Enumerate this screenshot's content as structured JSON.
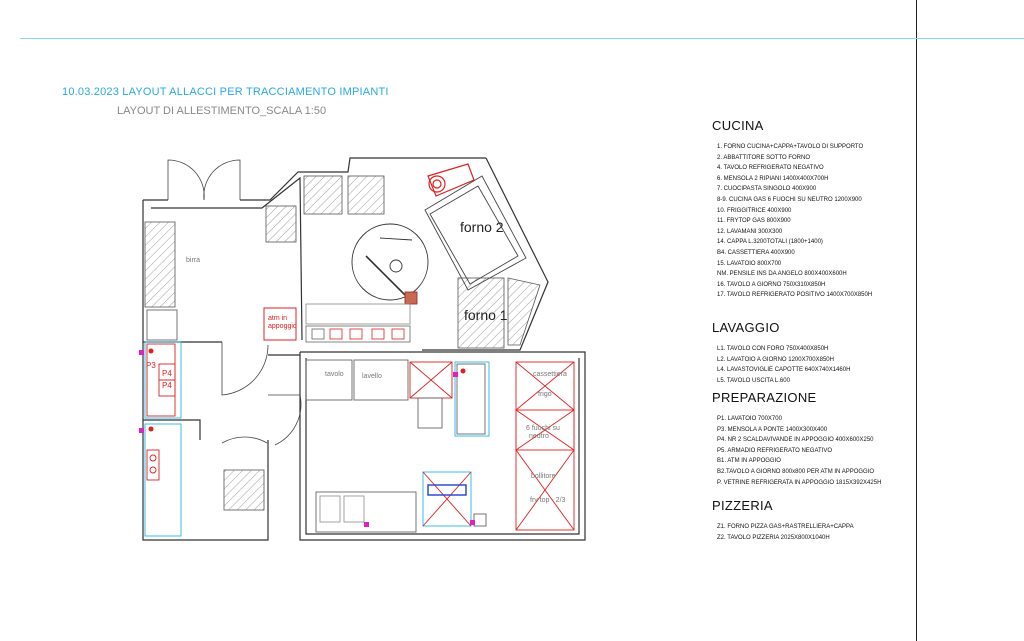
{
  "header": {
    "title": "10.03.2023 LAYOUT ALLACCI PER TRACCIAMENTO IMPIANTI",
    "subtitle": "LAYOUT DI ALLESTIMENTO_SCALA 1:50"
  },
  "plan_labels": {
    "forno2": "forno 2",
    "forno1": "forno 1",
    "birra": "birra",
    "atm": "atm in appoggio",
    "p3": "P3",
    "p4a": "P4",
    "p4b": "P4",
    "tavolo": "tavolo",
    "lavello": "lavello",
    "cassettiera": "cassettiera",
    "frigo": "frigo",
    "fuochi": "6 fuochi su neutro",
    "bollitore": "bollitore",
    "frytop": "fry top - 2/3"
  },
  "legend": {
    "cucina": {
      "title": "CUCINA",
      "items": [
        "1.     FORNO CUCINA+CAPPA+TAVOLO DI SUPPORTO",
        "2. ABBATTITORE SOTTO FORNO",
        "4. TAVOLO REFRIGERATO NEGATIVO",
        "6. MENSOLA 2 RIPIANI 1400X400X700H",
        "7. CUOCIPASTA SINGOLO 400X900",
        "8-9. CUCINA GAS 6 FUOCHI SU NEUTRO 1200X900",
        "10. FRIGGITRICE 400X900",
        "11. FRYTOP GAS 800X900",
        "12. LAVAMANI 300X300",
        "14. CAPPA L.3200TOTALI (1800+1400)",
        "B4. CASSETTIERA 400X900",
        "15. LAVATOIO 800X700",
        "NM. PENSILE INS DA ANGELO  800X400X600H",
        "16. TAVOLO A GIORNO  750X310X850H",
        "17. TAVOLO REFRIGERATO POSITIVO 1400X700X850H"
      ]
    },
    "lavaggio": {
      "title": "LAVAGGIO",
      "items": [
        "L1. TAVOLO CON FORO  750X400X850H",
        "L2. LAVATOIO A GIORNO 1200X700X850H",
        "L4. LAVASTOVIGLIE CAPOTTE  640X740X1460H",
        "L5. TAVOLO USCITA  L.600"
      ]
    },
    "preparazione": {
      "title": "PREPARAZIONE",
      "items": [
        "P1. LAVATOIO 700X700",
        "P3. MENSOLA A PONTE 1400X300X400",
        "P4. NR 2 SCALDAVIVANDE IN APPOGGIO 400X600X250",
        "P5. ARMADIO REFRIGERATO NEGATIVO",
        "B1. ATM IN APPOGGIO",
        "B2.TAVOLO A GIORNO  800x800 PER ATM IN APPOGGIO",
        "P.  VETRINE REFRIGERATA IN APPOGGIO 1815X392X425H"
      ]
    },
    "pizzeria": {
      "title": "PIZZERIA",
      "items": [
        "Z1. FORNO PIZZA GAS+RASTRELLIERA+CAPPA",
        "Z2. TAVOLO PIZZERIA 2025X800X1040H"
      ]
    }
  },
  "colors": {
    "title": "#29a9e0",
    "wall": "#333333",
    "red_equipment": "#e02020",
    "cyan_equipment": "#29b6e6",
    "blue_equipment": "#2040d0",
    "magenta_point": "#e020c0"
  }
}
